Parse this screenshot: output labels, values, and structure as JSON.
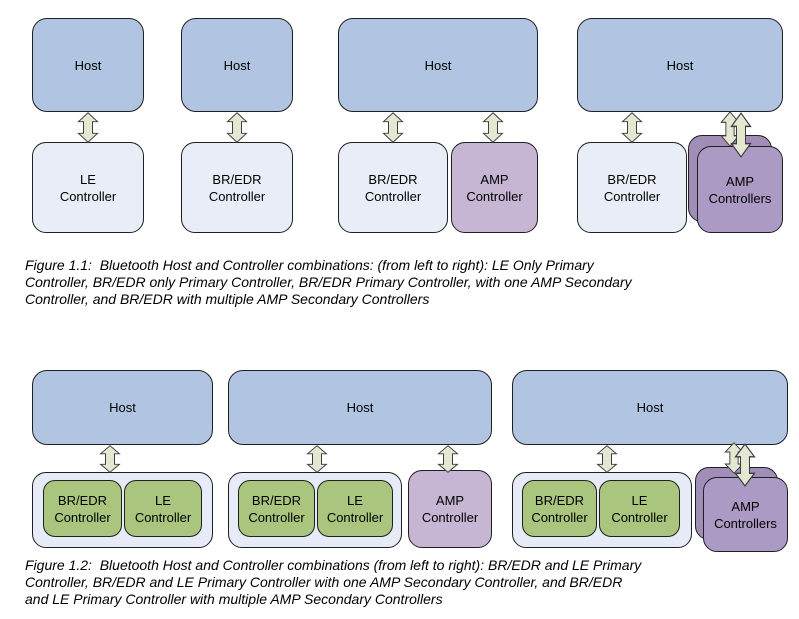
{
  "colors": {
    "host-fill": "#b1c5e3",
    "ctrl-fill": "#e9edf7",
    "container-fill": "#e7ebf7",
    "amp-fill": "#c6b5d3",
    "amp-multi-front-fill": "#ab9ac3",
    "amp-multi-back-fill": "#a08eb8",
    "green-fill": "#a9c57e",
    "arrow-fill": "#e4e8d3"
  },
  "figure_1_1": {
    "caption": "Figure 1.1:  Bluetooth Host and Controller combinations: (from left to right): LE Only Primary\nController, BR/EDR only Primary Controller, BR/EDR Primary Controller, with one AMP Secondary\nController, and BR/EDR with multiple AMP Secondary Controllers",
    "combo1": {
      "host": "Host",
      "controller": "LE\nController"
    },
    "combo2": {
      "host": "Host",
      "controller": "BR/EDR\nController"
    },
    "combo3": {
      "host": "Host",
      "br_edr": "BR/EDR\nController",
      "amp": "AMP\nController"
    },
    "combo4": {
      "host": "Host",
      "br_edr": "BR/EDR\nController",
      "amp": "AMP\nControllers"
    }
  },
  "figure_1_2": {
    "caption": "Figure 1.2:  Bluetooth Host and Controller combinations (from left to right): BR/EDR and LE Primary\nController, BR/EDR and LE Primary Controller with one AMP Secondary Controller, and BR/EDR\nand LE Primary Controller with multiple AMP Secondary Controllers",
    "combo1": {
      "host": "Host",
      "br_edr": "BR/EDR\nController",
      "le": "LE\nController"
    },
    "combo2": {
      "host": "Host",
      "br_edr": "BR/EDR\nController",
      "le": "LE\nController",
      "amp": "AMP\nController"
    },
    "combo3": {
      "host": "Host",
      "br_edr": "BR/EDR\nController",
      "le": "LE\nController",
      "amp": "AMP\nControllers"
    }
  }
}
